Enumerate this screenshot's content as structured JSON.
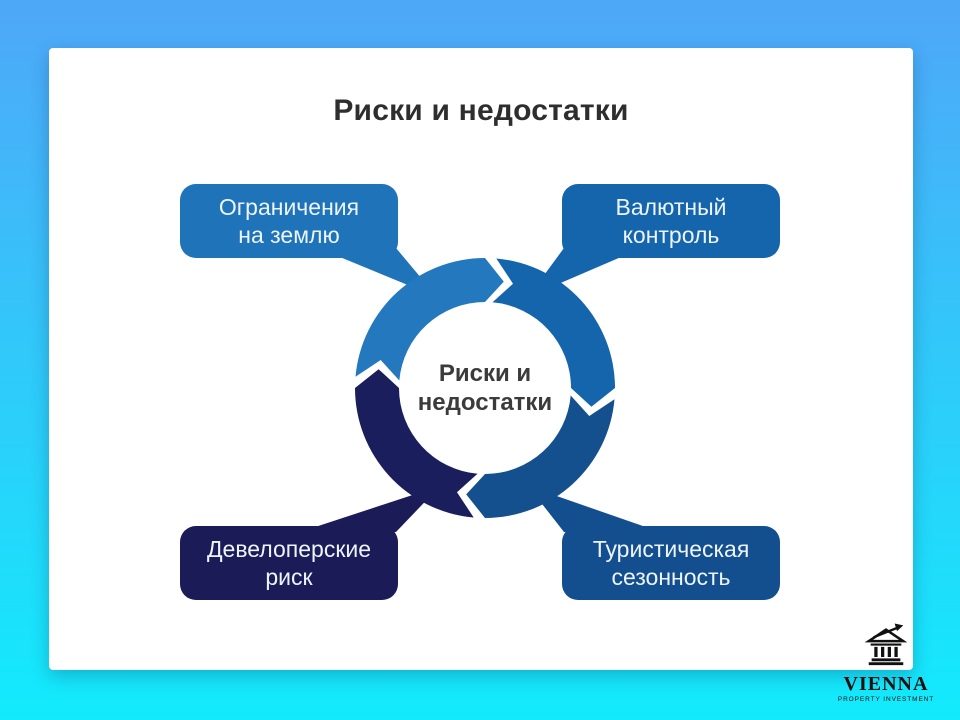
{
  "slide": {
    "title": "Риски и недостатки"
  },
  "diagram": {
    "center": {
      "lines": [
        "Риски и",
        "недостатки"
      ]
    },
    "callouts": {
      "top_left": {
        "lines": [
          "Ограничения",
          "на землю"
        ]
      },
      "top_right": {
        "lines": [
          "Валютный",
          "контроль"
        ]
      },
      "bottom_left": {
        "lines": [
          "Девелоперские",
          "риск"
        ]
      },
      "bottom_right": {
        "lines": [
          "Туристическая",
          "сезонность"
        ]
      }
    }
  },
  "logo": {
    "name": "VIENNA",
    "tagline": "PROPERTY INVESTMENT",
    "icon": "bank-building-growth-arrow"
  },
  "colors": {
    "bg_top": "#4FA7F8",
    "bg_bottom": "#12EBFC",
    "card": "#FFFFFF",
    "title_text": "#2E2E2E",
    "center_text": "#3B3B3B",
    "callout_text": "#EDF4FB",
    "callout_top_left": "#1F73B8",
    "callout_top_right": "#1565AC",
    "callout_bottom_left": "#1A1B57",
    "callout_bottom_right": "#134E8E",
    "ring_top_left": "#2478BD",
    "ring_top_right": "#1565AC",
    "ring_bottom_right": "#14508E",
    "ring_bottom_left": "#1B1E5C",
    "logo_text": "#101010"
  }
}
